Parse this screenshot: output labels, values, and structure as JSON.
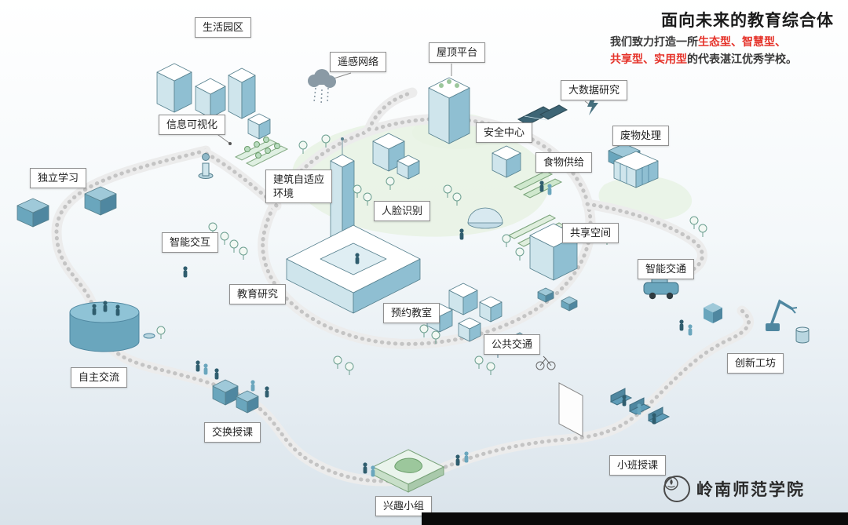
{
  "header": {
    "title": "面向未来的教育综合体",
    "subtitle_prefix": "我们致力打造一所",
    "subtitle_hl1": "生态型、智慧型、",
    "subtitle_hl2": "共享型、实用型",
    "subtitle_suffix": "的代表湛江优秀学校。"
  },
  "labels": {
    "living_area": "生活园区",
    "info_visualization": "信息可视化",
    "independent_learning": "独立学习",
    "remote_sensing_network": "遥感网络",
    "rooftop_platform": "屋顶平台",
    "security_center": "安全中心",
    "big_data_research": "大数据研究",
    "food_supply": "食物供给",
    "waste_treatment": "废物处理",
    "building_adaptive_line1": "建筑自适应",
    "building_adaptive_line2": "环境",
    "face_recognition": "人脸识别",
    "smart_interaction": "智能交互",
    "shared_space": "共享空间",
    "smart_transportation": "智能交通",
    "education_research": "教育研究",
    "reserved_classroom": "预约教室",
    "public_transportation": "公共交通",
    "self_communication": "自主交流",
    "exchange_teaching": "交换授课",
    "interest_group": "兴趣小组",
    "small_class_teaching": "小班授课",
    "innovation_workshop": "创新工坊"
  },
  "footer": {
    "school_name": "岭南师范学院"
  },
  "colors": {
    "accent_red": "#e5332a",
    "title_black": "#1a1a1a",
    "building_teal": "#8fbfd2",
    "deep_teal": "#4f87a0",
    "path_gray": "#ececec",
    "ground_green": "#e7f2e3",
    "footer_bar_black": "#0a0a0a"
  }
}
